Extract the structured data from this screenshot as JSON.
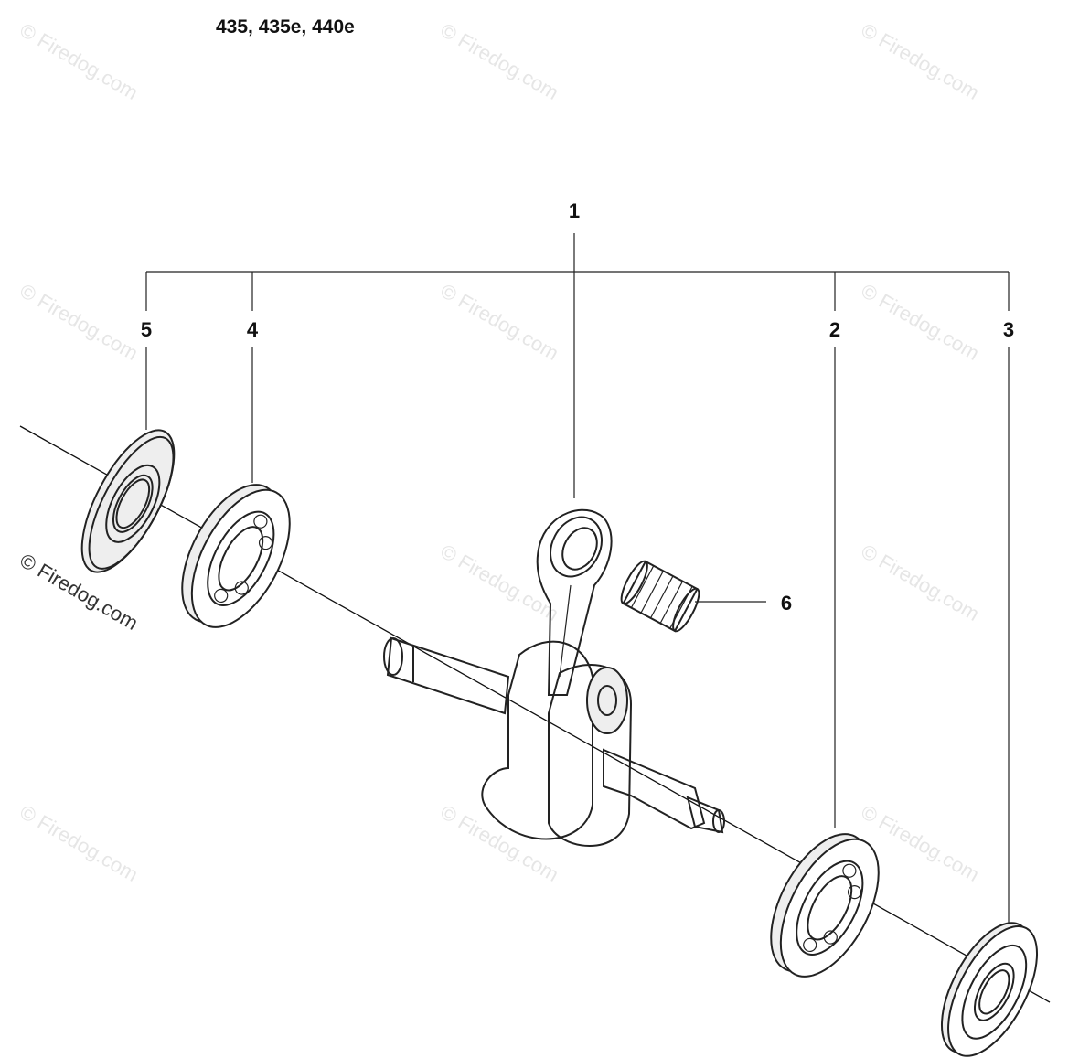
{
  "title": "435, 435e, 440e",
  "callouts": {
    "c1": "1",
    "c2": "2",
    "c3": "3",
    "c4": "4",
    "c5": "5",
    "c6": "6"
  },
  "watermark": "© Firedog.com",
  "watermark_dark": "© Firedog.com"
}
